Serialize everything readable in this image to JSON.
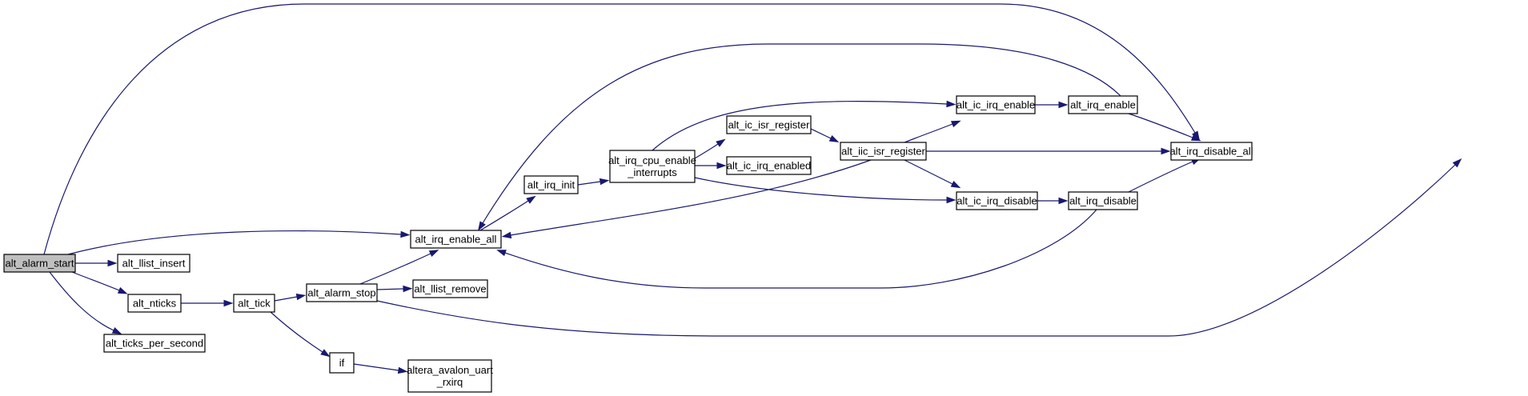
{
  "graph": {
    "root": "alt_alarm_start",
    "colors": {
      "edge": "#191970",
      "root_fill": "#bfbfbf",
      "node_fill": "#ffffff",
      "node_border": "#000000"
    },
    "nodes": [
      {
        "id": "alt_alarm_start",
        "lines": [
          "alt_alarm_start"
        ]
      },
      {
        "id": "alt_llist_insert",
        "lines": [
          "alt_llist_insert"
        ]
      },
      {
        "id": "alt_nticks",
        "lines": [
          "alt_nticks"
        ]
      },
      {
        "id": "alt_ticks_per_second",
        "lines": [
          "alt_ticks_per_second"
        ]
      },
      {
        "id": "alt_tick",
        "lines": [
          "alt_tick"
        ]
      },
      {
        "id": "alt_alarm_stop",
        "lines": [
          "alt_alarm_stop"
        ]
      },
      {
        "id": "alt_llist_remove",
        "lines": [
          "alt_llist_remove"
        ]
      },
      {
        "id": "if",
        "lines": [
          "if"
        ]
      },
      {
        "id": "altera_avalon_uart_rxirq",
        "lines": [
          "altera_avalon_uart",
          "_rxirq"
        ]
      },
      {
        "id": "alt_irq_enable_all",
        "lines": [
          "alt_irq_enable_all"
        ]
      },
      {
        "id": "alt_irq_init",
        "lines": [
          "alt_irq_init"
        ]
      },
      {
        "id": "alt_irq_cpu_enable_interrupts",
        "lines": [
          "alt_irq_cpu_enable",
          "_interrupts"
        ]
      },
      {
        "id": "alt_ic_isr_register",
        "lines": [
          "alt_ic_isr_register"
        ]
      },
      {
        "id": "alt_ic_irq_enabled",
        "lines": [
          "alt_ic_irq_enabled"
        ]
      },
      {
        "id": "alt_iic_isr_register",
        "lines": [
          "alt_iic_isr_register"
        ]
      },
      {
        "id": "alt_ic_irq_enable",
        "lines": [
          "alt_ic_irq_enable"
        ]
      },
      {
        "id": "alt_ic_irq_disable",
        "lines": [
          "alt_ic_irq_disable"
        ]
      },
      {
        "id": "alt_irq_enable",
        "lines": [
          "alt_irq_enable"
        ]
      },
      {
        "id": "alt_irq_disable",
        "lines": [
          "alt_irq_disable"
        ]
      },
      {
        "id": "alt_irq_disable_all",
        "lines": [
          "alt_irq_disable_all"
        ]
      }
    ],
    "edges": [
      {
        "from": "alt_alarm_start",
        "to": "alt_irq_disable_all"
      },
      {
        "from": "alt_alarm_start",
        "to": "alt_irq_enable_all"
      },
      {
        "from": "alt_alarm_start",
        "to": "alt_llist_insert"
      },
      {
        "from": "alt_alarm_start",
        "to": "alt_nticks"
      },
      {
        "from": "alt_alarm_start",
        "to": "alt_ticks_per_second"
      },
      {
        "from": "alt_nticks",
        "to": "alt_tick"
      },
      {
        "from": "alt_tick",
        "to": "alt_alarm_stop"
      },
      {
        "from": "alt_tick",
        "to": "if"
      },
      {
        "from": "if",
        "to": "altera_avalon_uart_rxirq"
      },
      {
        "from": "alt_alarm_stop",
        "to": "alt_irq_enable_all"
      },
      {
        "from": "alt_alarm_stop",
        "to": "alt_llist_remove"
      },
      {
        "from": "alt_alarm_stop",
        "to": "alt_irq_disable_all"
      },
      {
        "from": "alt_irq_enable_all",
        "to": "alt_irq_init"
      },
      {
        "from": "alt_irq_init",
        "to": "alt_irq_cpu_enable_interrupts"
      },
      {
        "from": "alt_irq_cpu_enable_interrupts",
        "to": "alt_ic_isr_register"
      },
      {
        "from": "alt_irq_cpu_enable_interrupts",
        "to": "alt_ic_irq_enabled"
      },
      {
        "from": "alt_irq_cpu_enable_interrupts",
        "to": "alt_ic_irq_enable"
      },
      {
        "from": "alt_irq_cpu_enable_interrupts",
        "to": "alt_ic_irq_disable"
      },
      {
        "from": "alt_ic_isr_register",
        "to": "alt_iic_isr_register"
      },
      {
        "from": "alt_iic_isr_register",
        "to": "alt_irq_enable_all"
      },
      {
        "from": "alt_iic_isr_register",
        "to": "alt_ic_irq_enable"
      },
      {
        "from": "alt_iic_isr_register",
        "to": "alt_ic_irq_disable"
      },
      {
        "from": "alt_iic_isr_register",
        "to": "alt_irq_disable_all"
      },
      {
        "from": "alt_ic_irq_enable",
        "to": "alt_irq_enable"
      },
      {
        "from": "alt_ic_irq_disable",
        "to": "alt_irq_disable"
      },
      {
        "from": "alt_irq_enable",
        "to": "alt_irq_enable_all"
      },
      {
        "from": "alt_irq_enable",
        "to": "alt_irq_disable_all"
      },
      {
        "from": "alt_irq_disable",
        "to": "alt_irq_enable_all"
      },
      {
        "from": "alt_irq_disable",
        "to": "alt_irq_disable_all"
      }
    ]
  }
}
